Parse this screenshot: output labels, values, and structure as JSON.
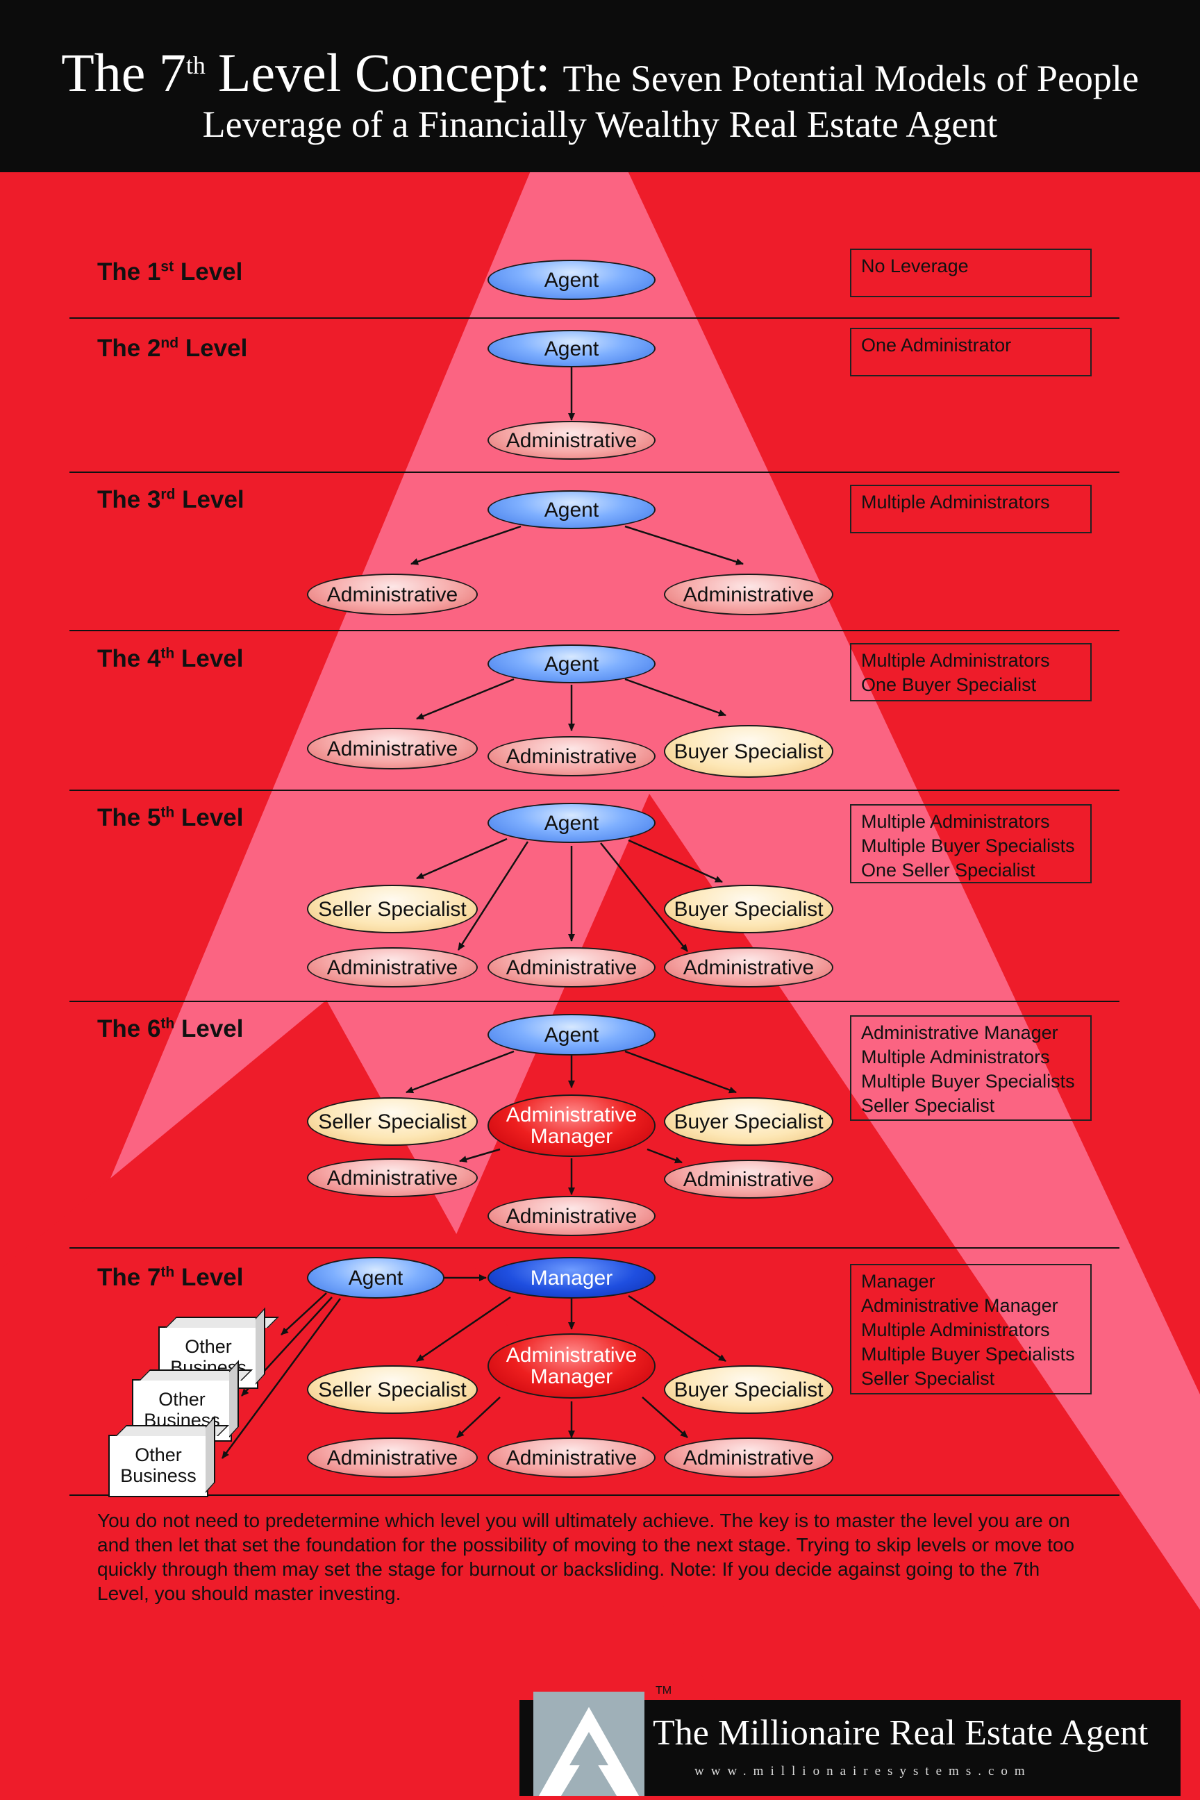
{
  "header": {
    "title_prefix": "The 7",
    "title_sup": "th",
    "title_main": "Level Concept:",
    "title_rest": "The Seven Potential Models of People",
    "subtitle": "Leverage of a Financially Wealthy Real Estate Agent"
  },
  "levels": [
    {
      "pre": "The 1",
      "sup": "st",
      "post": "Level",
      "leverage": [
        "No Leverage"
      ]
    },
    {
      "pre": "The 2",
      "sup": "nd",
      "post": "Level",
      "leverage": [
        "One Administrator"
      ]
    },
    {
      "pre": "The 3",
      "sup": "rd",
      "post": "Level",
      "leverage": [
        "Multiple Administrators"
      ]
    },
    {
      "pre": "The 4",
      "sup": "th",
      "post": "Level",
      "leverage": [
        "Multiple Administrators",
        "One Buyer Specialist"
      ]
    },
    {
      "pre": "The 5",
      "sup": "th",
      "post": "Level",
      "leverage": [
        "Multiple Administrators",
        "Multiple Buyer Specialists",
        "One Seller Specialist"
      ]
    },
    {
      "pre": "The 6",
      "sup": "th",
      "post": "Level",
      "leverage": [
        "Administrative Manager",
        "Multiple Administrators",
        "Multiple Buyer Specialists",
        "Seller Specialist"
      ]
    },
    {
      "pre": "The 7",
      "sup": "th",
      "post": "Level",
      "leverage": [
        "Manager",
        "Administrative Manager",
        "Multiple Administrators",
        "Multiple Buyer Specialists",
        "Seller Specialist"
      ]
    }
  ],
  "roles": {
    "agent": "Agent",
    "administrative": "Administrative",
    "buyer_specialist": "Buyer Specialist",
    "seller_specialist": "Seller Specialist",
    "administrative_manager": "Administrative Manager",
    "manager": "Manager",
    "other_business": "Other Business"
  },
  "note": "You do not need to predetermine which level you will ultimately achieve. The key is to master the level you are on and then let that set the foundation for the possibility of moving to the next stage. Trying to skip levels or move too quickly through them may set the stage for burnout or backsliding. Note: If you decide against going to the 7th Level, you should master investing.",
  "footer": {
    "trademark": "TM",
    "brand": "The Millionaire Real Estate Agent",
    "url": "www.millionairesystems.com"
  },
  "colors": {
    "background_red": "#ee1c2a",
    "pyramid_pink": "#fb6482",
    "header_black": "#0c0c0c",
    "agent_blue": "#7fb0ff",
    "manager_blue": "#1f4fe0",
    "admin_pink": "#f6a7a6",
    "specialist_cream": "#fde7b6",
    "admin_manager_red": "#ee1f1f"
  }
}
